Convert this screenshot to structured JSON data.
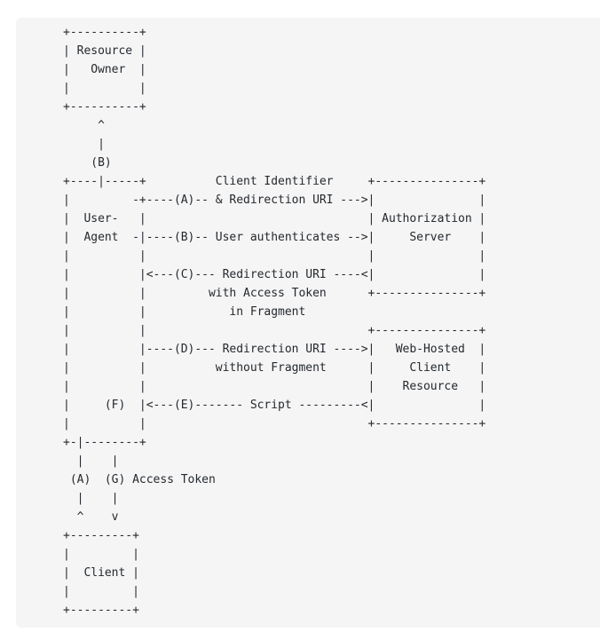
{
  "page": {
    "background_color": "#ffffff",
    "panel_color": "#f5f5f5",
    "text_color": "#24292e",
    "kind": "ascii-art-diagram",
    "title": "OAuth 2.0 Implicit Grant Flow"
  },
  "diagram": {
    "nodes": [
      {
        "id": "resource-owner",
        "label_lines": [
          "Resource",
          "Owner"
        ]
      },
      {
        "id": "user-agent",
        "label_lines": [
          "User-",
          "Agent"
        ]
      },
      {
        "id": "authorization-server",
        "label_lines": [
          "Authorization",
          "Server"
        ]
      },
      {
        "id": "web-hosted-client-resource",
        "label_lines": [
          "Web-Hosted",
          "Client",
          "Resource"
        ]
      },
      {
        "id": "client",
        "label_lines": [
          "Client"
        ]
      }
    ],
    "steps": [
      {
        "key": "(A)",
        "label": "Client Identifier & Redirection URI",
        "from": "user-agent",
        "to": "authorization-server"
      },
      {
        "key": "(B)",
        "label": "User authenticates",
        "from": "user-agent",
        "to": "authorization-server"
      },
      {
        "key": "(B)",
        "label": "",
        "from": "user-agent",
        "to": "resource-owner"
      },
      {
        "key": "(C)",
        "label": "Redirection URI with Access Token in Fragment",
        "from": "authorization-server",
        "to": "user-agent"
      },
      {
        "key": "(D)",
        "label": "Redirection URI without Fragment",
        "from": "user-agent",
        "to": "web-hosted-client-resource"
      },
      {
        "key": "(E)",
        "label": "Script",
        "from": "web-hosted-client-resource",
        "to": "user-agent"
      },
      {
        "key": "(F)",
        "label": "",
        "from": "user-agent",
        "to": "user-agent"
      },
      {
        "key": "(A)",
        "label": "",
        "from": "client",
        "to": "user-agent"
      },
      {
        "key": "(G)",
        "label": "Access Token",
        "from": "user-agent",
        "to": "client"
      }
    ],
    "labels": [
      "Resource",
      "Owner",
      "(B)",
      "Client Identifier",
      "& Redirection URI",
      "User-",
      "Agent",
      "Authorization",
      "Server",
      "(A)",
      "(B)",
      "User authenticates",
      "(C)",
      "Redirection URI",
      "with Access Token",
      "in Fragment",
      "(D)",
      "Redirection URI",
      "without Fragment",
      "Web-Hosted",
      "Client",
      "Resource",
      "(F)",
      "(E)",
      "Script",
      "(A)",
      "(G)",
      "Access Token",
      "Client"
    ],
    "ascii": "     +----------+\n     | Resource |\n     |   Owner  |\n     |          |\n     +----------+\n          ^\n          |\n         (B)\n     +----|-----+          Client Identifier     +---------------+\n     |         -+----(A)-- & Redirection URI --->|               |\n     |  User-   |                                | Authorization |\n     |  Agent  -|----(B)-- User authenticates -->|     Server    |\n     |          |                                |               |\n     |          |<---(C)--- Redirection URI ----<|               |\n     |          |         with Access Token      +---------------+\n     |          |            in Fragment\n     |          |                                +---------------+\n     |          |----(D)--- Redirection URI ---->|   Web-Hosted  |\n     |          |          without Fragment      |     Client    |\n     |          |                                |    Resource   |\n     |     (F)  |<---(E)------- Script ---------<|               |\n     |          |                                +---------------+\n     +-|--------+\n       |    |\n      (A)  (G) Access Token\n       |    |\n       ^    v\n     +---------+\n     |         |\n     |  Client |\n     |         |\n     +---------+"
  }
}
